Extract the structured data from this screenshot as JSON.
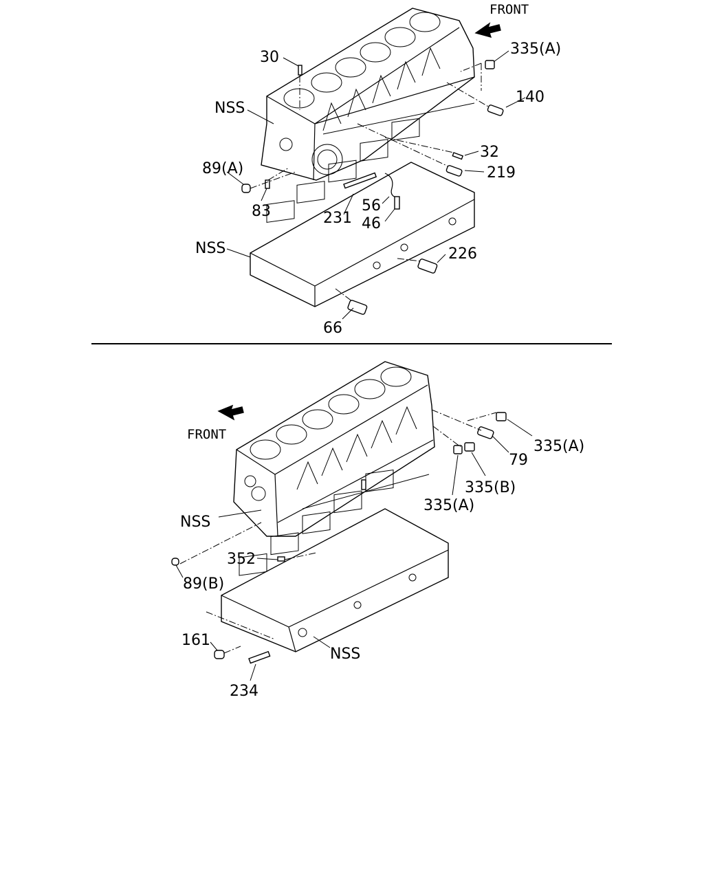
{
  "diagram": {
    "upper_assembly": {
      "front_label": "FRONT",
      "callouts": {
        "c30": "30",
        "c335a": "335(A)",
        "c140": "140",
        "nss_block": "NSS",
        "c32": "32",
        "c219": "219",
        "c89a": "89(A)",
        "c83": "83",
        "c56": "56",
        "c46": "46",
        "c231": "231",
        "nss_bedplate": "NSS",
        "c226": "226",
        "c66": "66"
      }
    },
    "lower_assembly": {
      "front_label": "FRONT",
      "callouts": {
        "c335a_right": "335(A)",
        "c79": "79",
        "c335b": "335(B)",
        "c335a_lower": "335(A)",
        "nss_block": "NSS",
        "c352": "352",
        "c89b": "89(B)",
        "c161": "161",
        "nss_bedplate": "NSS",
        "c234": "234"
      }
    }
  }
}
